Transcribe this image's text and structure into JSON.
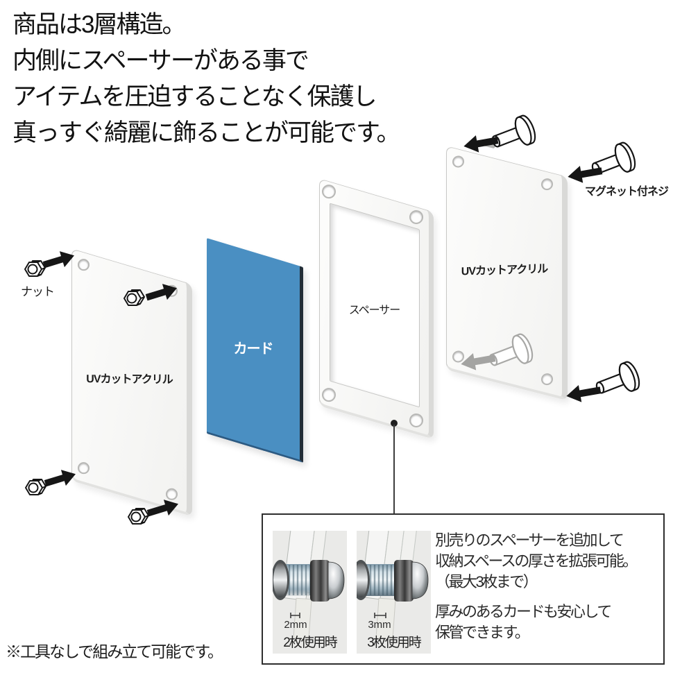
{
  "heading": {
    "lines": [
      "商品は3層構造。",
      "内側にスペーサーがある事で",
      "アイテムを圧迫することなく保護し",
      "真っすぐ綺麗に飾ることが可能です。"
    ]
  },
  "diagram": {
    "nut_label": "ナット",
    "front_panel_label": "UVカットアクリル",
    "card_label": "カード",
    "spacer_label": "スペーサー",
    "back_panel_label": "UVカットアクリル",
    "magnet_screw_label": "マグネット付ネジ"
  },
  "callout": {
    "photos": [
      {
        "measurement": "2mm",
        "caption": "2枚使用時"
      },
      {
        "measurement": "3mm",
        "caption": "3枚使用時"
      }
    ],
    "paragraph1_lines": [
      "別売りのスペーサーを追加して",
      "収納スペースの厚さを拡張可能。",
      "（最大3枚まで）"
    ],
    "paragraph2_lines": [
      "厚みのあるカードも安心して",
      "保管できます。"
    ]
  },
  "footnote": "※工具なしで組み立て可能です。",
  "colors": {
    "card_blue": "#4a8fc2",
    "arrow_black": "#161616",
    "behind_panel_gray": "#a4a4a2",
    "callout_border": "#2e2e2e"
  }
}
